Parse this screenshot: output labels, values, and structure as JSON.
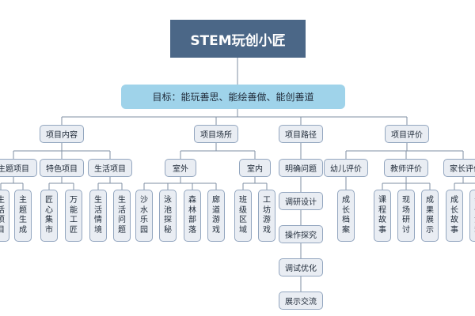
{
  "root": "STEM玩创小匠",
  "goal": "目标：能玩善思、能绘善做、能创善道",
  "branches": {
    "content": {
      "label": "项目内容",
      "subs": [
        {
          "label": "主题项目",
          "leaves": [
            "生活项目",
            "主题生成"
          ]
        },
        {
          "label": "特色项目",
          "leaves": [
            "匠心集市",
            "万能工匠"
          ]
        },
        {
          "label": "生活项目",
          "leaves": [
            "生活情境",
            "生活问题"
          ]
        }
      ]
    },
    "venue": {
      "label": "项目场所",
      "subs": [
        {
          "label": "室外",
          "leaves": [
            "沙水乐园",
            "泳池探秘",
            "森林部落",
            "廊道游戏"
          ]
        },
        {
          "label": "室内",
          "leaves": [
            "班级区域",
            "工坊游戏"
          ]
        }
      ]
    },
    "path": {
      "label": "项目路径",
      "steps": [
        "明确问题",
        "调研设计",
        "操作探究",
        "调试优化",
        "展示交流"
      ]
    },
    "evaluation": {
      "label": "项目评价",
      "subs": [
        {
          "label": "幼儿评价",
          "leaves": [
            "成长档案"
          ]
        },
        {
          "label": "教师评价",
          "leaves": [
            "课程故事",
            "现场研讨",
            "成果展示"
          ]
        },
        {
          "label": "家长评价",
          "leaves": [
            "成长故事",
            "亲子活动"
          ]
        }
      ]
    }
  },
  "colors": {
    "root_bg": "#4b6787",
    "goal_bg": "#9fd3ea",
    "node_bg": "#e9edf3",
    "node_border": "#93a6bf",
    "line": "#7f8fa3"
  }
}
